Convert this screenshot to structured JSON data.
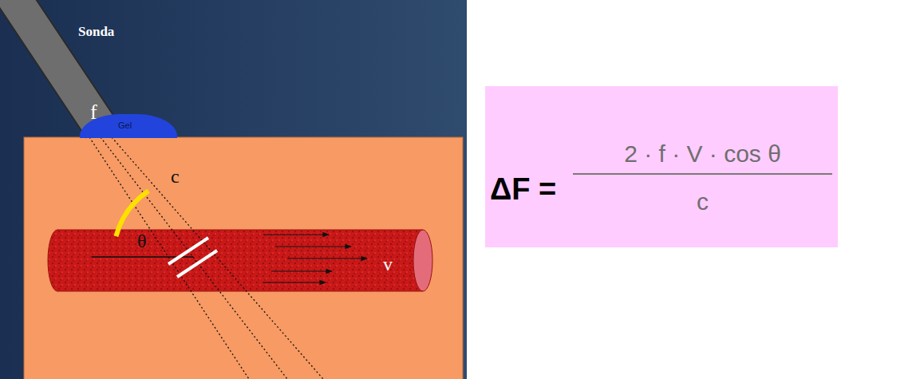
{
  "diagram": {
    "nodes": [
      {
        "text": [
          "Gel"
        ]
      },
      {
        "text": [
          "ΔF =",
          "2 · f · V · cos θ",
          "c"
        ]
      }
    ],
    "edges": [],
    "labels": [
      "Sonda",
      "f",
      "c",
      "θ",
      "v"
    ]
  }
}
